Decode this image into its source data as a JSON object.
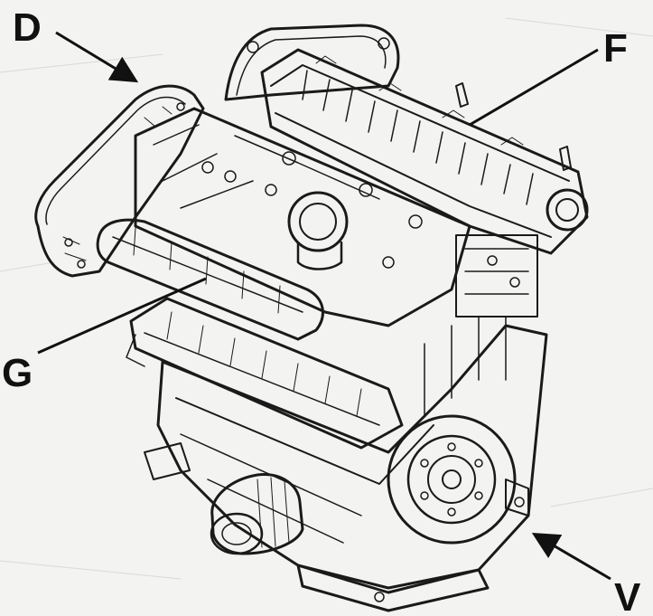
{
  "diagram": {
    "callouts": [
      {
        "id": "D",
        "label": "D"
      },
      {
        "id": "F",
        "label": "F"
      },
      {
        "id": "G",
        "label": "G"
      },
      {
        "id": "V",
        "label": "V"
      }
    ]
  },
  "colors": {
    "background": "#f3f3f1",
    "ink": "#1a1a1a",
    "paper_fill": "#ffffff"
  }
}
